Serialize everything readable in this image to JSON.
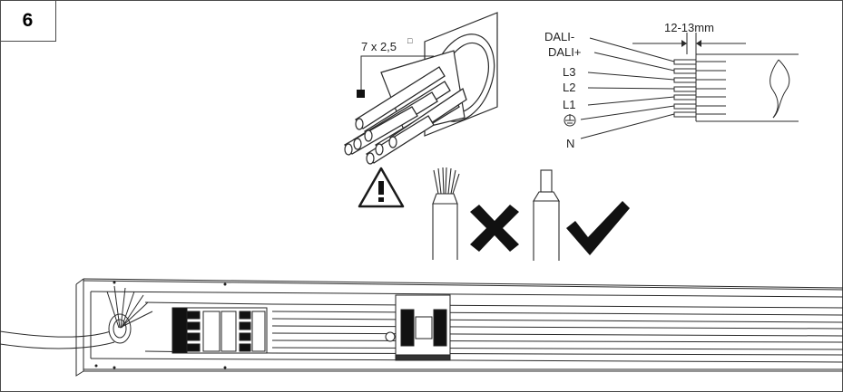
{
  "step": {
    "number": "6"
  },
  "cable": {
    "spec": "7 x 2,5",
    "spec_unit_mark": "□"
  },
  "strip": {
    "length": "12-13mm"
  },
  "wires": [
    "DALI-",
    "DALI+",
    "L3",
    "L2",
    "L1",
    "N"
  ],
  "icons": {
    "warning": "warning-triangle-icon",
    "wrong": "cross-icon",
    "correct": "checkmark-icon",
    "earth": "earth-ground-icon"
  },
  "colors": {
    "line": "#2a2a2a",
    "fill_dark": "#111111"
  }
}
